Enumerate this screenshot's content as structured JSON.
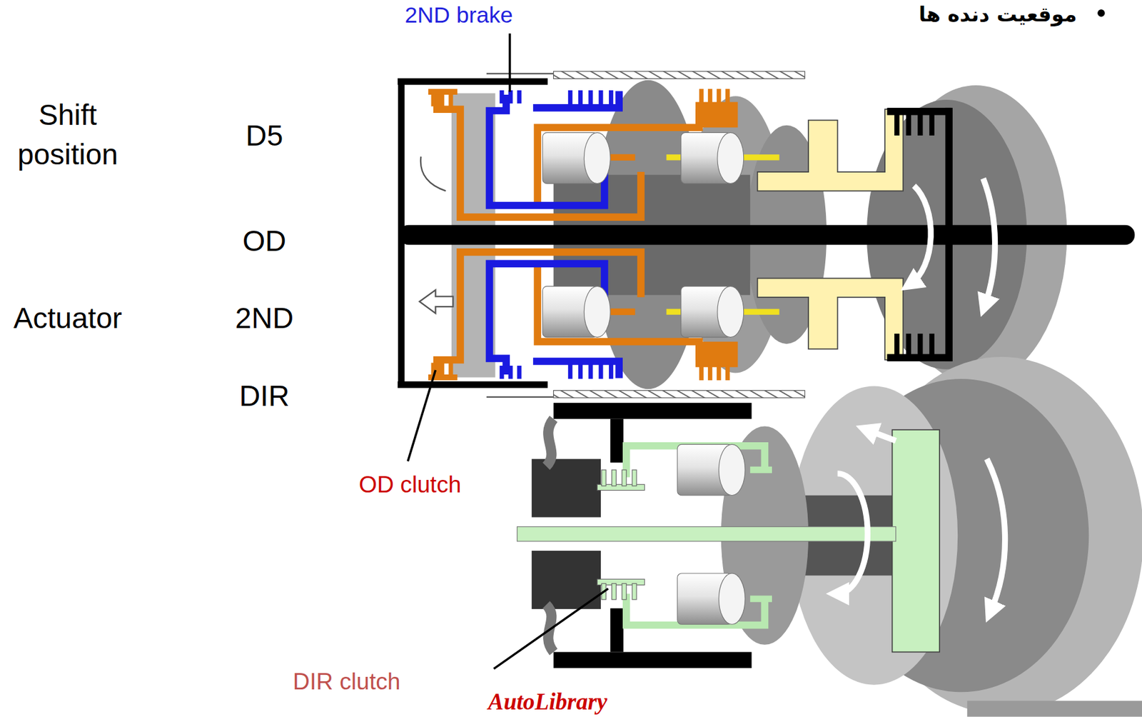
{
  "diagram": {
    "title": "موقعیت دنده ها",
    "labels": [
      "Shift position",
      "D5",
      "OD",
      "Actuator",
      "2ND",
      "DIR",
      "2ND brake",
      "OD clutch",
      "DIR clutch",
      "AutoLibrary"
    ]
  }
}
